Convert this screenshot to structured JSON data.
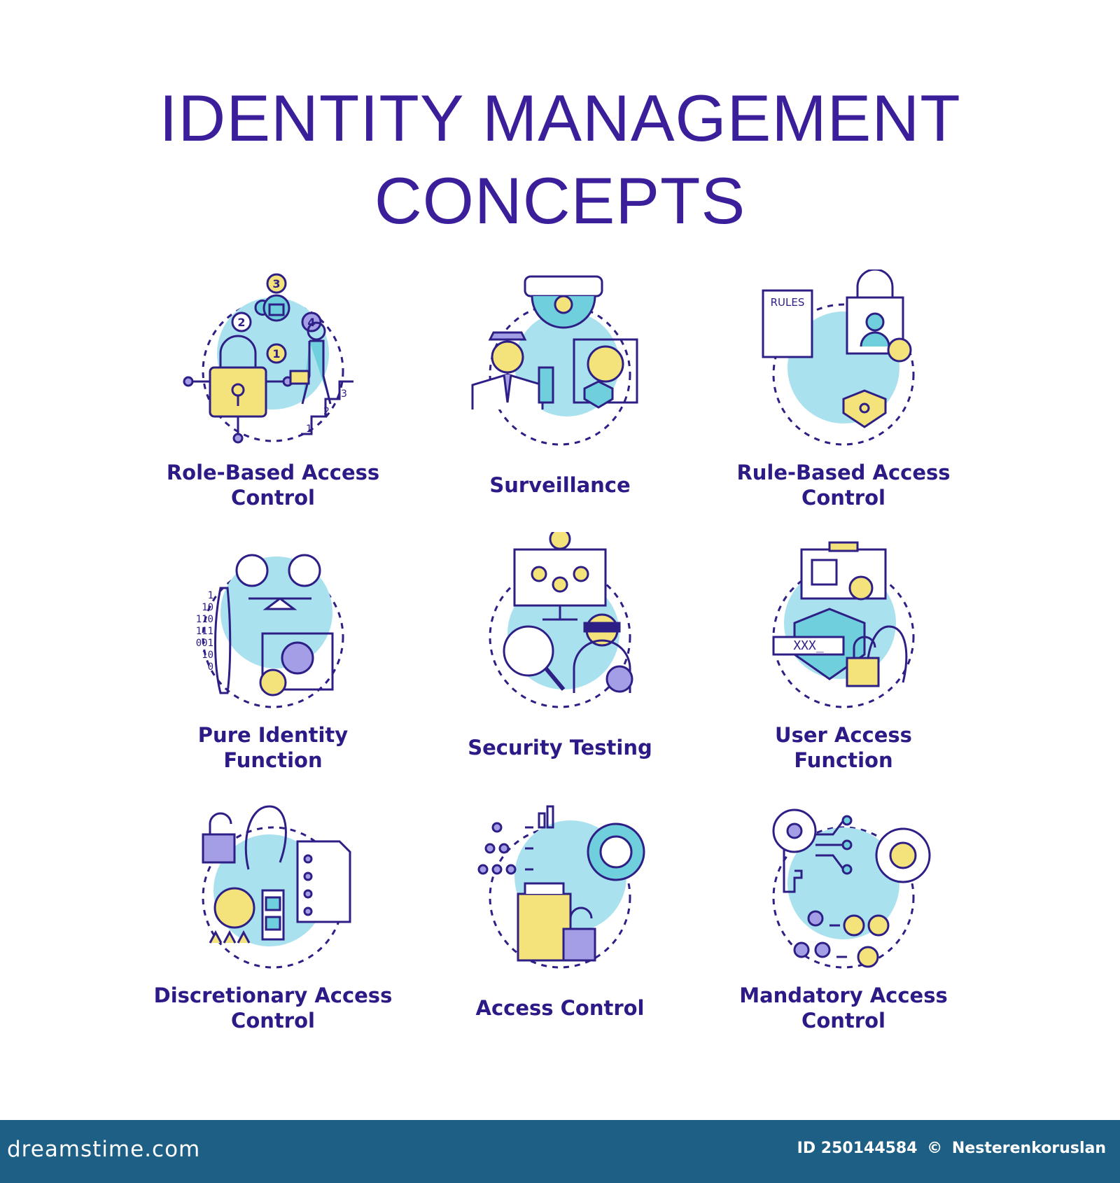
{
  "page": {
    "title_line1": "IDENTITY MANAGEMENT",
    "title_line2": "CONCEPTS"
  },
  "concepts": [
    {
      "label_line1": "Role-Based Access",
      "label_line2": "Control",
      "icon": "role-based-access-icon"
    },
    {
      "label_line1": "Surveillance",
      "label_line2": "",
      "icon": "surveillance-icon"
    },
    {
      "label_line1": "Rule-Based Access",
      "label_line2": "Control",
      "icon": "rule-based-access-icon"
    },
    {
      "label_line1": "Pure Identity",
      "label_line2": "Function",
      "icon": "pure-identity-icon"
    },
    {
      "label_line1": "Security Testing",
      "label_line2": "",
      "icon": "security-testing-icon"
    },
    {
      "label_line1": "User Access",
      "label_line2": "Function",
      "icon": "user-access-icon"
    },
    {
      "label_line1": "Discretionary Access",
      "label_line2": "Control",
      "icon": "discretionary-access-icon"
    },
    {
      "label_line1": "Access Control",
      "label_line2": "",
      "icon": "access-control-icon"
    },
    {
      "label_line1": "Mandatory Access",
      "label_line2": "Control",
      "icon": "mandatory-access-icon"
    }
  ],
  "icon_text": {
    "steps": [
      "1",
      "2",
      "3",
      "4"
    ],
    "stairs": [
      "1",
      "2",
      "3"
    ],
    "rules": "RULES",
    "binary": [
      "1",
      "10",
      "110",
      "111",
      "001",
      "10",
      "0"
    ],
    "password": "XXX_"
  },
  "footer": {
    "brand": "dreamstime.com",
    "id_text": "ID 250144584",
    "copyright": "©",
    "author": "Nesterenkoruslan"
  },
  "colors": {
    "title": "#3b1f9a",
    "outline": "#2d1f86",
    "light_blue": "#a9e2ee",
    "teal": "#6fcfdc",
    "yellow": "#f4e27a",
    "purple": "#a49ee6",
    "footer_bg": "#1d5f85"
  }
}
